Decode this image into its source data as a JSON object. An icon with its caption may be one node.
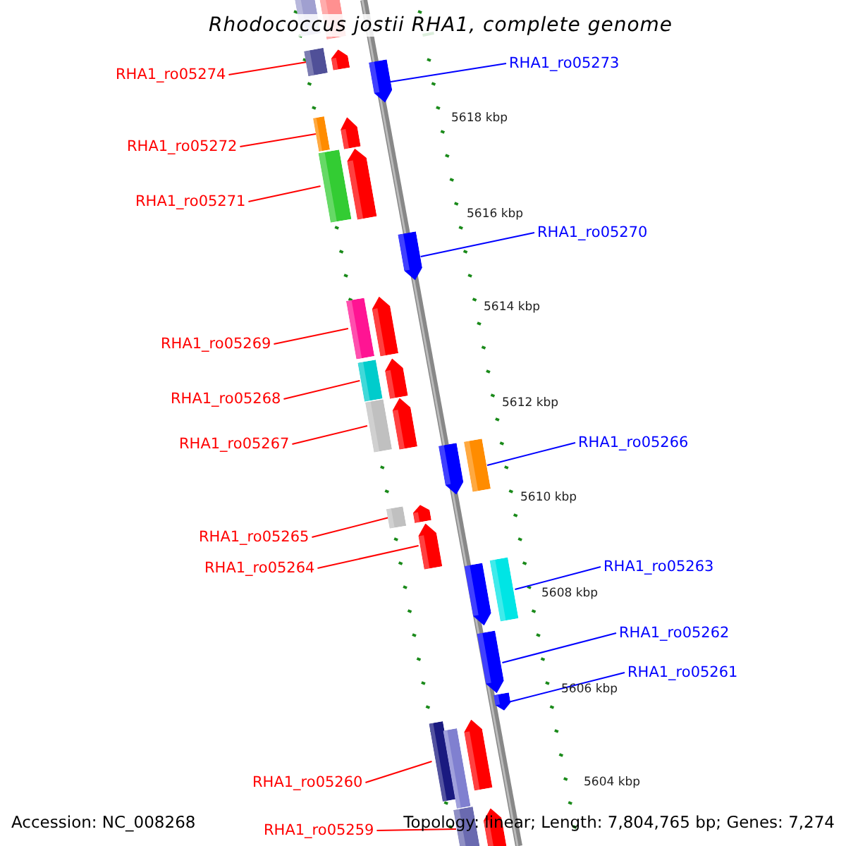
{
  "diagram": {
    "title": "Rhodococcus jostii RHA1, complete genome",
    "nodes": [
      {
        "text": [
          "RHA1_ro05273"
        ]
      },
      {
        "text": [],
        "shape": "arrow"
      },
      {
        "text": [
          "RHA1_ro05274"
        ]
      },
      {
        "text": [],
        "shape": "bar"
      },
      {
        "text": [
          "RHA1_ro05272"
        ]
      },
      {
        "text": [],
        "shape": "bar"
      },
      {
        "text": [
          "RHA1_ro05271"
        ]
      },
      {
        "text": [],
        "shape": "bar"
      },
      {
        "text": [
          "RHA1_ro05270"
        ]
      },
      {
        "text": [],
        "shape": "arrow"
      },
      {
        "text": [
          "RHA1_ro05269"
        ]
      },
      {
        "text": [],
        "shape": "bar"
      },
      {
        "text": [
          "RHA1_ro05268"
        ]
      },
      {
        "text": [],
        "shape": "bar"
      },
      {
        "text": [
          "RHA1_ro05267"
        ]
      },
      {
        "text": [],
        "shape": "bar"
      },
      {
        "text": [
          "RHA1_ro05266"
        ]
      },
      {
        "text": [],
        "shape": "bar"
      },
      {
        "text": [
          "RHA1_ro05265"
        ]
      },
      {
        "text": [],
        "shape": "bar"
      },
      {
        "text": [
          "RHA1_ro05264"
        ]
      },
      {
        "text": [],
        "shape": "arrow"
      },
      {
        "text": [
          "RHA1_ro05263"
        ]
      },
      {
        "text": [],
        "shape": "bar"
      },
      {
        "text": [
          "RHA1_ro05262"
        ]
      },
      {
        "text": [],
        "shape": "arrow"
      },
      {
        "text": [
          "RHA1_ro05261"
        ]
      },
      {
        "text": [],
        "shape": "arrow"
      },
      {
        "text": [
          "RHA1_ro05260"
        ]
      },
      {
        "text": [],
        "shape": "bar"
      },
      {
        "text": [
          "RHA1_ro05259"
        ]
      },
      {
        "text": [],
        "shape": "bar"
      },
      {
        "text": [],
        "shape": "bar"
      },
      {
        "text": [],
        "shape": "bar"
      },
      {
        "text": [],
        "shape": "arrow"
      },
      {
        "text": [],
        "shape": "arrow"
      },
      {
        "text": [],
        "shape": "arrow"
      },
      {
        "text": [],
        "shape": "arrow"
      },
      {
        "text": [],
        "shape": "arrow"
      },
      {
        "text": [],
        "shape": "arrow"
      },
      {
        "text": [],
        "shape": "arrow"
      },
      {
        "text": [],
        "shape": "arrow"
      },
      {
        "text": [],
        "shape": "arrow"
      },
      {
        "text": [],
        "shape": "arrow"
      },
      {
        "text": [],
        "shape": "bar"
      },
      {
        "text": [],
        "shape": "arrow"
      }
    ],
    "edges": [
      {
        "from": 0,
        "to": 1,
        "arrow": "none",
        "color": "#0000ff"
      },
      {
        "from": 2,
        "to": 3,
        "arrow": "none"
      },
      {
        "from": 4,
        "to": 5,
        "arrow": "none"
      },
      {
        "from": 6,
        "to": 7,
        "arrow": "none"
      },
      {
        "from": 8,
        "to": 9,
        "arrow": "none",
        "color": "#0000ff"
      },
      {
        "from": 10,
        "to": 11,
        "arrow": "none"
      },
      {
        "from": 12,
        "to": 13,
        "arrow": "none"
      },
      {
        "from": 14,
        "to": 15,
        "arrow": "none"
      },
      {
        "from": 16,
        "to": 17,
        "arrow": "none",
        "color": "#0000ff"
      },
      {
        "from": 18,
        "to": 19,
        "arrow": "none"
      },
      {
        "from": 20,
        "to": 21,
        "arrow": "none"
      },
      {
        "from": 22,
        "to": 23,
        "arrow": "none",
        "color": "#0000ff"
      },
      {
        "from": 24,
        "to": 25,
        "arrow": "none",
        "color": "#0000ff"
      },
      {
        "from": 26,
        "to": 27,
        "arrow": "none",
        "color": "#0000ff"
      },
      {
        "from": 28,
        "to": 29,
        "arrow": "none"
      },
      {
        "from": 30,
        "to": 31,
        "arrow": "none"
      }
    ],
    "labels": [
      "5618 kbp",
      "5616 kbp",
      "5614 kbp",
      "5612 kbp",
      "5610 kbp",
      "5608 kbp",
      "5606 kbp",
      "5604 kbp",
      "Accession: NC_008268",
      "Topology: linear; Length: 7,804,765 bp; Genes: 7,274"
    ]
  }
}
